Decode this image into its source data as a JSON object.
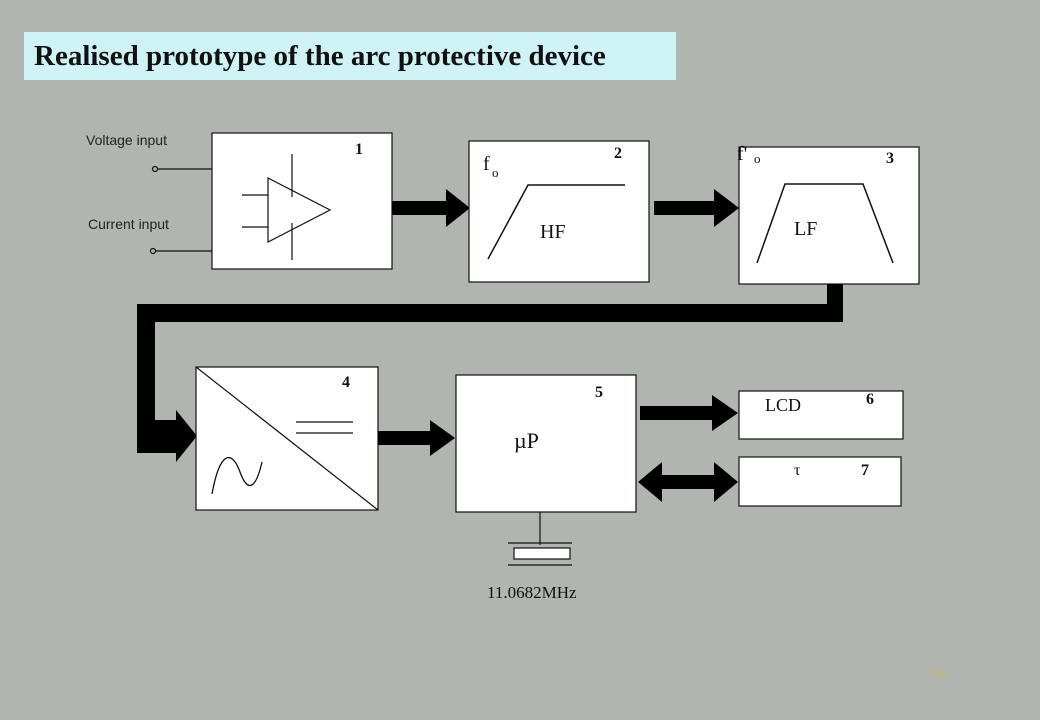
{
  "title": "Realised prototype of the arc protective device",
  "inputs": {
    "voltage": "Voltage input",
    "current": "Current input"
  },
  "blocks": [
    {
      "number": "1"
    },
    {
      "number": "2",
      "freq_label": "f",
      "freq_sub": "o",
      "name": "HF"
    },
    {
      "number": "3",
      "freq_label": "f'",
      "freq_sub": "o",
      "name": "LF"
    },
    {
      "number": "4"
    },
    {
      "number": "5",
      "name": "µP"
    },
    {
      "number": "6",
      "name": "LCD"
    },
    {
      "number": "7",
      "name": "τ"
    }
  ],
  "crystal": "11.0682MHz",
  "page_number": "14"
}
